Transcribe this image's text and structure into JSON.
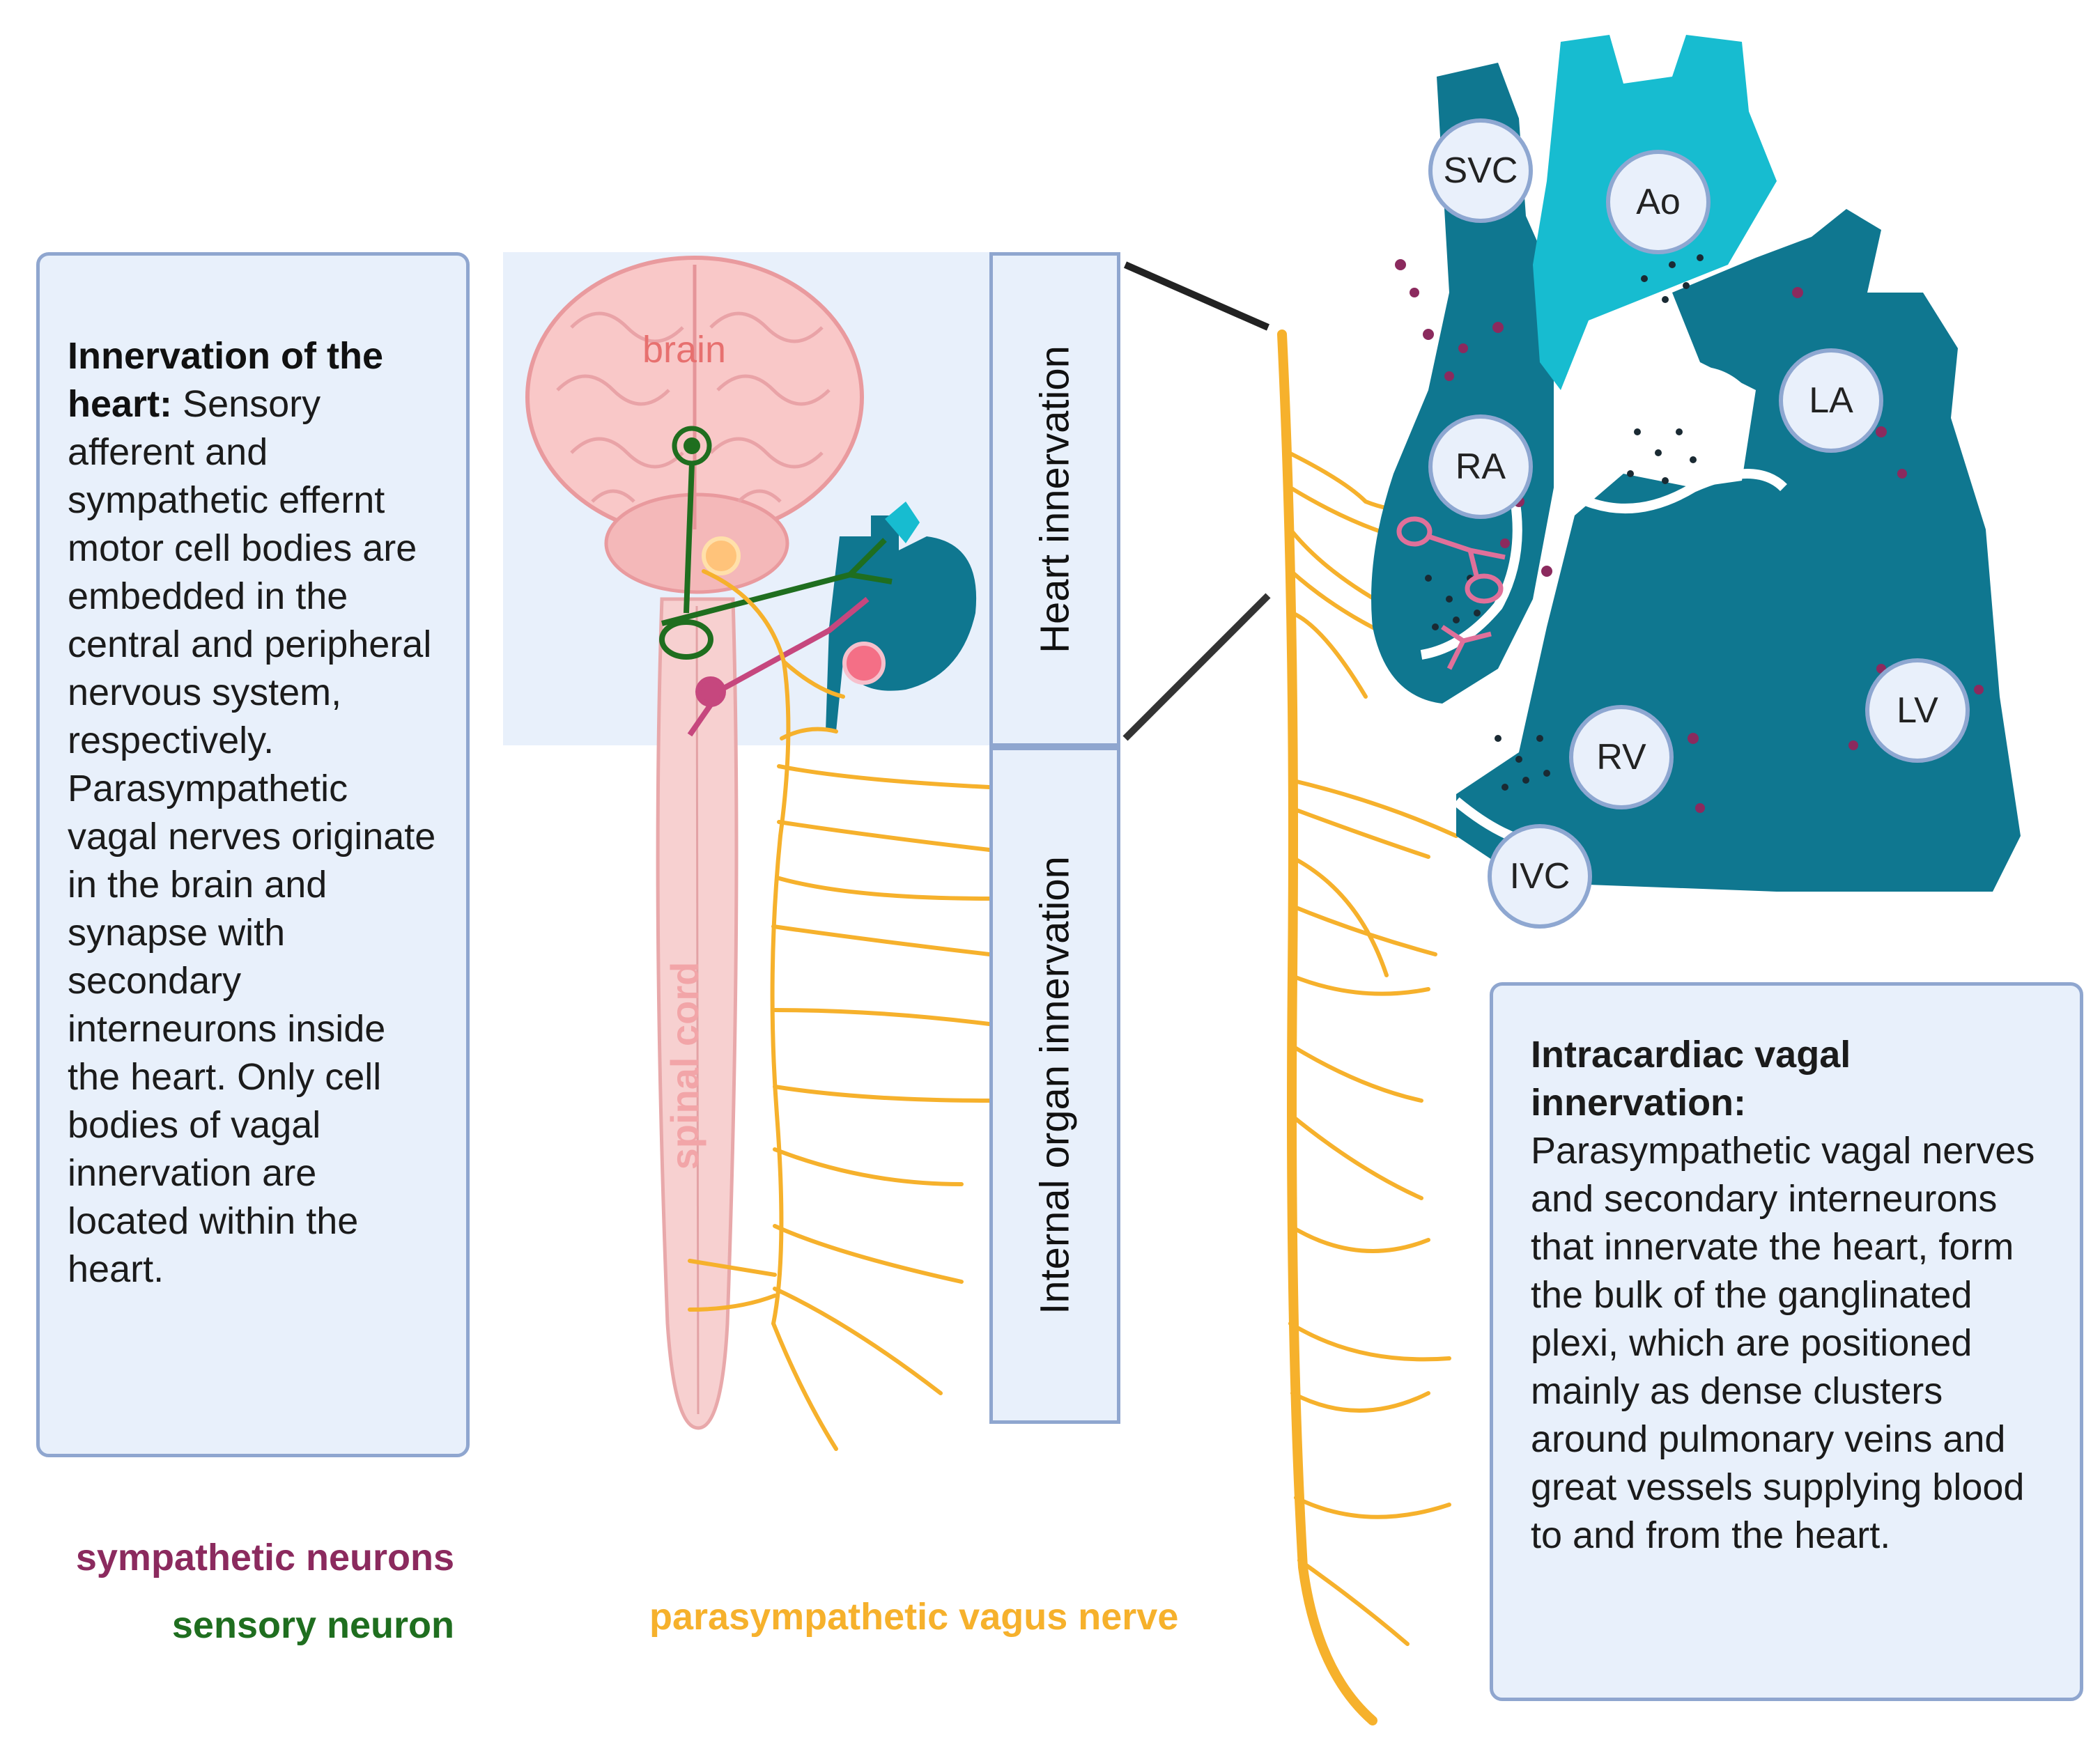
{
  "left_panel": {
    "title": "Innervation of the heart:",
    "body": "Sensory afferent and sympathetic effernt motor  cell bodies are embedded in the central and peripheral nervous system, respectively. Parasympathetic vagal nerves originate in the brain and synapse with secondary interneurons inside the heart. Only cell bodies of vagal innervation are located within the heart."
  },
  "right_panel": {
    "title": "Intracardiac vagal innervation:",
    "body": "Parasympathetic vagal nerves and  secondary interneurons that innervate the heart, form the bulk of the ganglinated plexi, which are positioned mainly as dense clusters around pulmonary veins and great vessels supplying blood to and from the heart."
  },
  "labels": {
    "brain": "brain",
    "spinal_cord": "spinal cord",
    "heart_innervation": "Heart innervation",
    "internal_organ_innervation": "Internal organ innervation"
  },
  "heart_labels": {
    "svc": "SVC",
    "ao": "Ao",
    "la": "LA",
    "ra": "RA",
    "lv": "LV",
    "rv": "RV",
    "ivc": "IVC"
  },
  "legend": {
    "sympathetic": "sympathetic neurons",
    "sensory": "sensory neuron",
    "parasympathetic": "parasympathetic vagus nerve"
  },
  "colors": {
    "sympathetic": "#8b2a5e",
    "sensory": "#1f6e1f",
    "parasympathetic": "#f6b12c",
    "heart_dark": "#0f7790",
    "aorta": "#17bcd0",
    "panel_bg": "#e8f0fb",
    "panel_border": "#8fa6cf"
  }
}
